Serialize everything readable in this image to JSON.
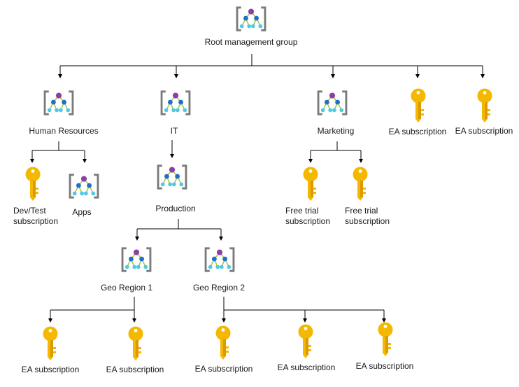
{
  "colors": {
    "group_bracket": "#7a7a7a",
    "group_top_node": "#8b3fa6",
    "group_child_node": "#1e6fd0",
    "group_leaf_node": "#50c8e8",
    "group_links": "#a8c63a",
    "key_fill": "#f5b800",
    "key_shade": "#dc9a00",
    "connector": "#000000"
  },
  "nodes": {
    "root": {
      "label": "Root management group",
      "icon": "management-group-icon"
    },
    "hr": {
      "label": "Human Resources",
      "icon": "management-group-icon"
    },
    "it": {
      "label": "IT",
      "icon": "management-group-icon"
    },
    "marketing": {
      "label": "Marketing",
      "icon": "management-group-icon"
    },
    "ea_root_1": {
      "label": "EA subscription",
      "icon": "subscription-key-icon"
    },
    "ea_root_2": {
      "label": "EA subscription",
      "icon": "subscription-key-icon"
    },
    "devtest": {
      "label_line1": "Dev/Test",
      "label_line2": "subscription",
      "icon": "subscription-key-icon"
    },
    "apps": {
      "label": "Apps",
      "icon": "management-group-icon"
    },
    "production": {
      "label": "Production",
      "icon": "management-group-icon"
    },
    "free1": {
      "label_line1": "Free trial",
      "label_line2": "subscription",
      "icon": "subscription-key-icon"
    },
    "free2": {
      "label_line1": "Free trial",
      "label_line2": "subscription",
      "icon": "subscription-key-icon"
    },
    "geo1": {
      "label": "Geo Region 1",
      "icon": "management-group-icon"
    },
    "geo2": {
      "label": "Geo Region 2",
      "icon": "management-group-icon"
    },
    "ea_geo1_a": {
      "label": "EA subscription",
      "icon": "subscription-key-icon"
    },
    "ea_geo1_b": {
      "label": "EA subscription",
      "icon": "subscription-key-icon"
    },
    "ea_geo2_a": {
      "label": "EA subscription",
      "icon": "subscription-key-icon"
    },
    "ea_geo2_b": {
      "label": "EA subscription",
      "icon": "subscription-key-icon"
    },
    "ea_geo2_c": {
      "label": "EA subscription",
      "icon": "subscription-key-icon"
    }
  }
}
